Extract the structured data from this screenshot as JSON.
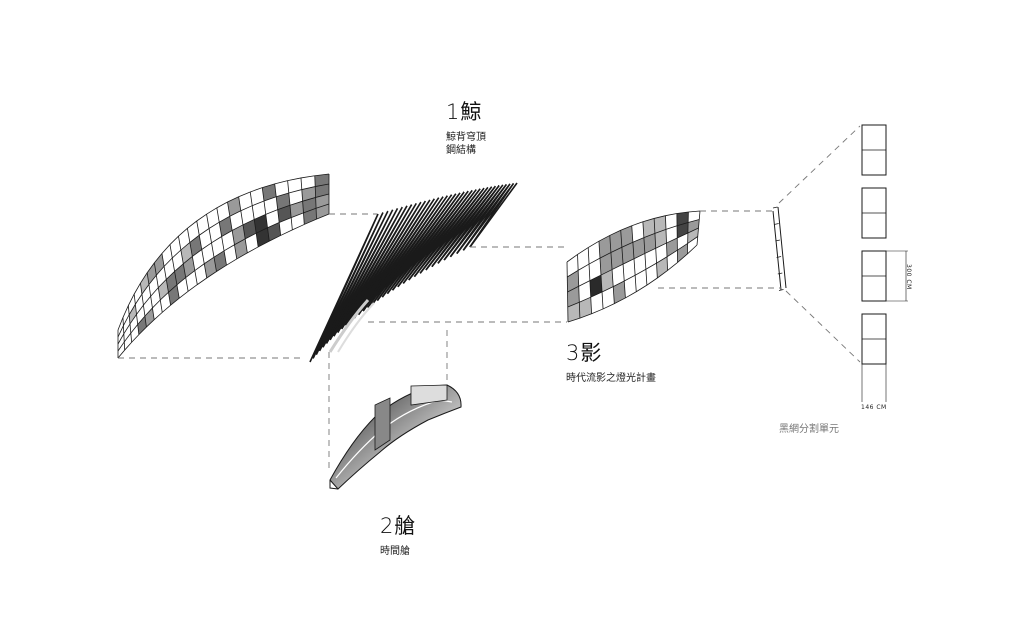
{
  "parts": [
    {
      "id": "whale",
      "title": "1鯨",
      "desc": [
        "鯨背穹頂",
        "鋼結構"
      ]
    },
    {
      "id": "cabin",
      "title": "2艙",
      "desc": [
        "時間艙"
      ]
    },
    {
      "id": "shadow",
      "title": "3影",
      "desc": [
        "時代流影之燈光計畫"
      ]
    }
  ],
  "unit_detail": {
    "caption": "黑網分割單元",
    "height_dim": "300 CM",
    "width_dim": "146 CM"
  },
  "colors": {
    "line": "#1a1a1a",
    "dash": "#777777",
    "shade": "#555555"
  }
}
